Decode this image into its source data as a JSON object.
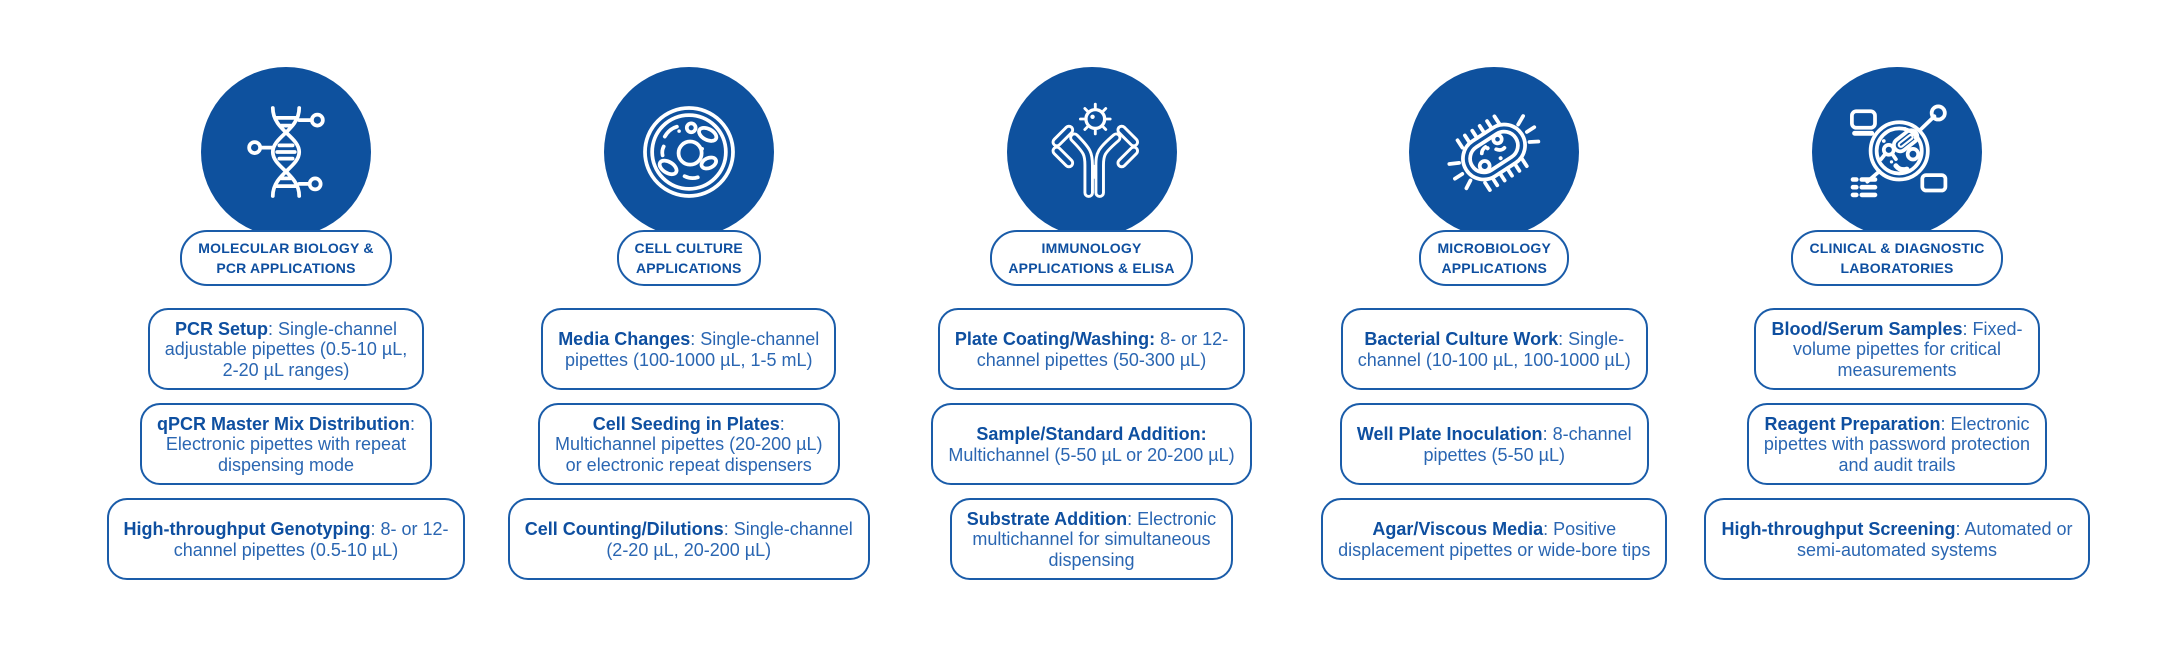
{
  "theme": {
    "background": "#ffffff",
    "circle_fill": "#0E519E",
    "line_blue": "#1A5CA9",
    "text_regular": "#2A66B2",
    "text_bold": "#0E4FA0"
  },
  "columns": [
    {
      "id": "molecular-biology-pcr",
      "icon": "dna-icon",
      "label_lines": [
        "MOLECULAR BIOLOGY &",
        "PCR APPLICATIONS"
      ],
      "boxes": [
        {
          "lines": [
            [
              {
                "t": "PCR Setup",
                "b": 1
              },
              {
                "t": ": Single-channel",
                "b": 0
              }
            ],
            [
              {
                "t": "adjustable pipettes (0.5-10 µL,",
                "b": 0
              }
            ],
            [
              {
                "t": "2-20 µL ranges)",
                "b": 0
              }
            ]
          ]
        },
        {
          "lines": [
            [
              {
                "t": "qPCR Master Mix Distribution",
                "b": 1
              },
              {
                "t": ":",
                "b": 0
              }
            ],
            [
              {
                "t": "Electronic pipettes with repeat",
                "b": 0
              }
            ],
            [
              {
                "t": "dispensing mode",
                "b": 0
              }
            ]
          ]
        },
        {
          "lines": [
            [
              {
                "t": "High-throughput Genotyping",
                "b": 1
              },
              {
                "t": ": 8- or 12-",
                "b": 0
              }
            ],
            [
              {
                "t": "channel pipettes (0.5-10 µL)",
                "b": 0
              }
            ]
          ]
        }
      ]
    },
    {
      "id": "cell-culture",
      "icon": "cell-icon",
      "label_lines": [
        "CELL CULTURE",
        "APPLICATIONS"
      ],
      "boxes": [
        {
          "lines": [
            [
              {
                "t": "Media Changes",
                "b": 1
              },
              {
                "t": ": Single-channel",
                "b": 0
              }
            ],
            [
              {
                "t": "pipettes (100-1000 µL, 1-5 mL)",
                "b": 0
              }
            ]
          ]
        },
        {
          "lines": [
            [
              {
                "t": "Cell Seeding in Plates",
                "b": 1
              },
              {
                "t": ":",
                "b": 0
              }
            ],
            [
              {
                "t": "Multichannel pipettes (20-200 µL)",
                "b": 0
              }
            ],
            [
              {
                "t": "or electronic repeat dispensers",
                "b": 0
              }
            ]
          ]
        },
        {
          "lines": [
            [
              {
                "t": "Cell Counting/Dilutions",
                "b": 1
              },
              {
                "t": ": Single-channel",
                "b": 0
              }
            ],
            [
              {
                "t": "(2-20 µL, 20-200 µL)",
                "b": 0
              }
            ]
          ]
        }
      ]
    },
    {
      "id": "immunology-elisa",
      "icon": "antibody-virus-icon",
      "label_lines": [
        "IMMUNOLOGY",
        "APPLICATIONS & ELISA"
      ],
      "boxes": [
        {
          "lines": [
            [
              {
                "t": "Plate Coating/Washing:",
                "b": 1
              },
              {
                "t": " 8- or 12-",
                "b": 0
              }
            ],
            [
              {
                "t": "channel pipettes (50-300 µL)",
                "b": 0
              }
            ]
          ]
        },
        {
          "lines": [
            [
              {
                "t": "Sample/Standard Addition:",
                "b": 1
              }
            ],
            [
              {
                "t": "Multichannel (5-50 µL or 20-200 µL)",
                "b": 0
              }
            ]
          ]
        },
        {
          "lines": [
            [
              {
                "t": "Substrate Addition",
                "b": 1
              },
              {
                "t": ": Electronic",
                "b": 0
              }
            ],
            [
              {
                "t": "multichannel for simultaneous",
                "b": 0
              }
            ],
            [
              {
                "t": "dispensing",
                "b": 0
              }
            ]
          ]
        }
      ]
    },
    {
      "id": "microbiology",
      "icon": "bacteria-icon",
      "label_lines": [
        "MICROBIOLOGY",
        "APPLICATIONS"
      ],
      "boxes": [
        {
          "lines": [
            [
              {
                "t": "Bacterial Culture Work",
                "b": 1
              },
              {
                "t": ": Single-",
                "b": 0
              }
            ],
            [
              {
                "t": "channel (10-100 µL, 100-1000 µL)",
                "b": 0
              }
            ]
          ]
        },
        {
          "lines": [
            [
              {
                "t": "Well Plate Inoculation",
                "b": 1
              },
              {
                "t": ": 8-channel",
                "b": 0
              }
            ],
            [
              {
                "t": "pipettes (5-50 µL)",
                "b": 0
              }
            ]
          ]
        },
        {
          "lines": [
            [
              {
                "t": "Agar/Viscous Media",
                "b": 1
              },
              {
                "t": ": Positive",
                "b": 0
              }
            ],
            [
              {
                "t": "displacement pipettes or wide-bore tips",
                "b": 0
              }
            ]
          ]
        }
      ]
    },
    {
      "id": "clinical-diagnostic",
      "icon": "petri-dish-analysis-icon",
      "label_lines": [
        "CLINICAL & DIAGNOSTIC",
        "LABORATORIES"
      ],
      "boxes": [
        {
          "lines": [
            [
              {
                "t": "Blood/Serum Samples",
                "b": 1
              },
              {
                "t": ": Fixed-",
                "b": 0
              }
            ],
            [
              {
                "t": "volume pipettes for critical",
                "b": 0
              }
            ],
            [
              {
                "t": "measurements",
                "b": 0
              }
            ]
          ]
        },
        {
          "lines": [
            [
              {
                "t": "Reagent Preparation",
                "b": 1
              },
              {
                "t": ": Electronic",
                "b": 0
              }
            ],
            [
              {
                "t": "pipettes with password protection",
                "b": 0
              }
            ],
            [
              {
                "t": "and audit trails",
                "b": 0
              }
            ]
          ]
        },
        {
          "lines": [
            [
              {
                "t": "High-throughput Screening",
                "b": 1
              },
              {
                "t": ": Automated or",
                "b": 0
              }
            ],
            [
              {
                "t": "semi-automated systems",
                "b": 0
              }
            ]
          ]
        }
      ]
    }
  ]
}
